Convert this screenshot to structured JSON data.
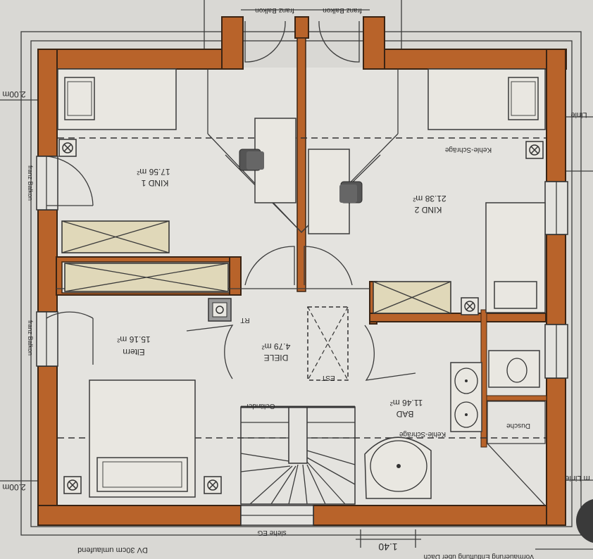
{
  "plan": {
    "top_labels": [
      "franz Balkon",
      "franz Balkon"
    ],
    "side_labels": {
      "left_top": "franz Balkon",
      "left_bottom": "franz Balkon"
    },
    "dimensions": {
      "left_top": "2.00m",
      "left_bottom": "2.00m",
      "bottom": "1.40"
    },
    "right_labels": {
      "top": "Linie",
      "bottom": "m Linie"
    },
    "rooms": [
      {
        "name": "KIND 1",
        "area": "17.56 m²"
      },
      {
        "name": "KIND 2",
        "area": "21.38 m²"
      },
      {
        "name": "Eltern",
        "area": "15.16 m²"
      },
      {
        "name": "DIELE",
        "area": "4.79 m²"
      },
      {
        "name": "BAD",
        "area": "11.46 m²"
      }
    ],
    "annotations": {
      "kehle_1": "Kehle-Schräge",
      "kehle_2": "Kehle-Schräge",
      "gelaender": "Geländer",
      "est": "EST",
      "rt": "RT",
      "dusche": "Dusche",
      "siehe_eg": "siehe EG",
      "dv": "DV 30cm umlaufend",
      "vormauerung": "Vormauerung Entlüftung über Dach"
    }
  }
}
